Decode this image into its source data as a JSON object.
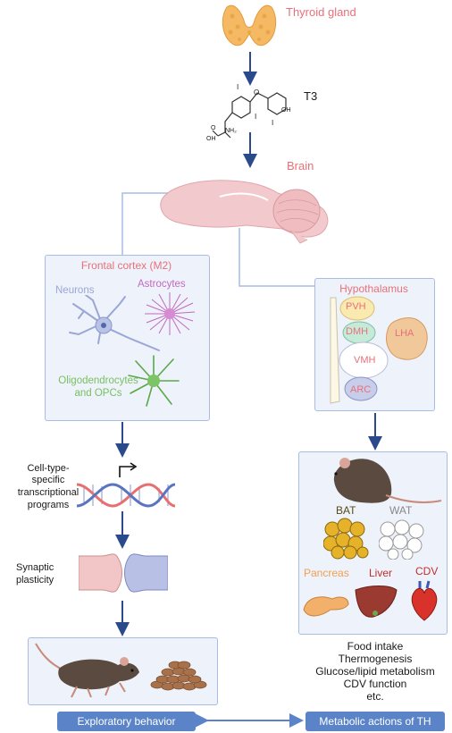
{
  "top": {
    "thyroid_label": "Thyroid gland",
    "t3_label": "T3",
    "brain_label": "Brain",
    "atom_I": "I",
    "atom_O": "O",
    "atom_OH": "OH",
    "atom_NH2": "NH₂",
    "atom_HO": "OH",
    "atom_O2": "O"
  },
  "cortex": {
    "title": "Frontal cortex (M2)",
    "neurons": "Neurons",
    "astrocytes": "Astrocytes",
    "oligo_line1": "Oligodendrocytes",
    "oligo_line2": "and OPCs"
  },
  "hypothalamus": {
    "title": "Hypothalamus",
    "pvh": "PVH",
    "dmh": "DMH",
    "vmh": "VMH",
    "arc": "ARC",
    "lha": "LHA"
  },
  "left_flow": {
    "transcription_line1": "Cell-type-",
    "transcription_line2": "specific",
    "transcription_line3": "transcriptional",
    "transcription_line4": "programs",
    "synaptic_line1": "Synaptic",
    "synaptic_line2": "plasticity"
  },
  "metabolic": {
    "bat": "BAT",
    "wat": "WAT",
    "pancreas": "Pancreas",
    "liver": "Liver",
    "cdv": "CDV"
  },
  "outcomes": {
    "line1": "Food intake",
    "line2": "Thermogenesis",
    "line3": "Glucose/lipid metabolism",
    "line4": "CDV function",
    "line5": "etc."
  },
  "bottom": {
    "exploratory": "Exploratory behavior",
    "metabolic_actions": "Metabolic actions of TH"
  },
  "colors": {
    "arrow": "#2a4a8c",
    "panel_border": "#a9bce6",
    "panel_fill": "#eef2fa",
    "label_red": "#e8707a",
    "pill_blue": "#5b84c8"
  }
}
